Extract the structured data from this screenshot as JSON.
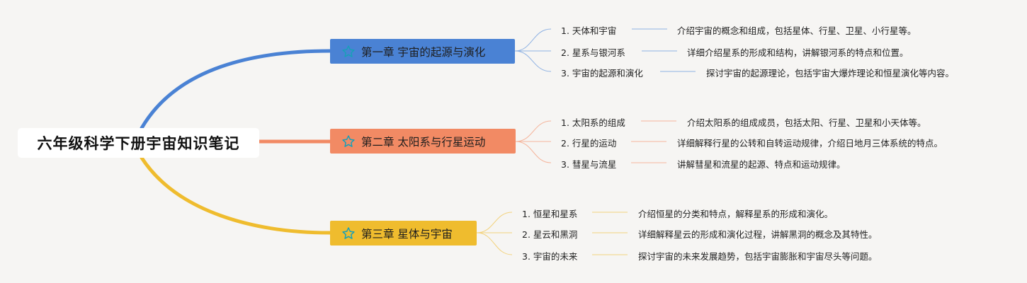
{
  "root": {
    "title": "六年级科学下册宇宙知识笔记"
  },
  "colors": {
    "ch1": "#4a82d4",
    "ch2": "#f28a64",
    "ch3": "#efbc2e"
  },
  "chapters": [
    {
      "title": "第一章 宇宙的起源与演化",
      "icon": "star-outline-icon",
      "items": [
        {
          "topic": "1. 天体和宇宙",
          "desc": "介绍宇宙的概念和组成，包括星体、行星、卫星、小行星等。"
        },
        {
          "topic": "2. 星系与银河系",
          "desc": "详细介绍星系的形成和结构，讲解银河系的特点和位置。"
        },
        {
          "topic": "3. 宇宙的起源和演化",
          "desc": "探讨宇宙的起源理论，包括宇宙大爆炸理论和恒星演化等内容。"
        }
      ]
    },
    {
      "title": "第二章 太阳系与行星运动",
      "icon": "star-outline-icon",
      "items": [
        {
          "topic": "1. 太阳系的组成",
          "desc": "介绍太阳系的组成成员，包括太阳、行星、卫星和小天体等。"
        },
        {
          "topic": "2. 行星的运动",
          "desc": "详细解释行星的公转和自转运动规律，介绍日地月三体系统的特点。"
        },
        {
          "topic": "3. 彗星与流星",
          "desc": "讲解彗星和流星的起源、特点和运动规律。"
        }
      ]
    },
    {
      "title": "第三章 星体与宇宙",
      "icon": "star-outline-icon",
      "items": [
        {
          "topic": "1. 恒星和星系",
          "desc": "介绍恒星的分类和特点，解释星系的形成和演化。"
        },
        {
          "topic": "2. 星云和黑洞",
          "desc": "详细解释星云的形成和演化过程，讲解黑洞的概念及其特性。"
        },
        {
          "topic": "3. 宇宙的未来",
          "desc": "探讨宇宙的未来发展趋势，包括宇宙膨胀和宇宙尽头等问题。"
        }
      ]
    }
  ]
}
